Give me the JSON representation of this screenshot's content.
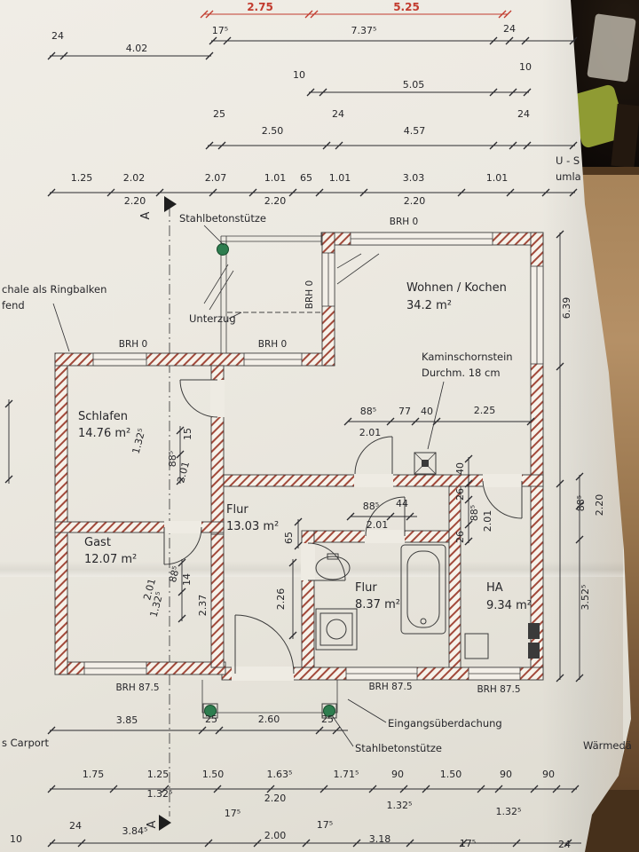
{
  "colors": {
    "paper": "#ece9e1",
    "line": "#2a2a2e",
    "dimension_red": "#c23b2e",
    "wall_hatch": "#a2493a",
    "column_green": "#2e7d4f",
    "wood": "#a58258",
    "dark_background": "#14100b"
  },
  "rooms": [
    {
      "name": "Wohnen / Kochen",
      "area": "34.2 m²"
    },
    {
      "name": "Schlafen",
      "area": "14.76 m²"
    },
    {
      "name": "Gast",
      "area": "12.07 m²"
    },
    {
      "name": "Flur",
      "area": "13.03 m²"
    },
    {
      "name": "Flur",
      "area": "8.37 m²"
    },
    {
      "name": "HA",
      "area": "9.34 m²"
    }
  ],
  "annotations": {
    "stahlbeton_top": "Stahlbetonstütze",
    "stahlbeton_bottom": "Stahlbetonstütze",
    "unterzug": "Unterzug",
    "kamin1": "Kaminschornstein",
    "kamin2": "Durchm. 18 cm",
    "eingang": "Eingangsüberdachung",
    "ring1": "chale als Ringbalken",
    "ring2": "fend",
    "carport": "s Carport",
    "waerme": "Wärmedä",
    "us": "U - S",
    "umla": "umla",
    "section_a": "A"
  },
  "brh": {
    "zero": "BRH 0",
    "h875": "BRH 87.5"
  },
  "dims": {
    "red": [
      "2.75",
      "5.25"
    ],
    "c1": [
      "24",
      "4.02"
    ],
    "c2": [
      "17⁵",
      "7.37⁵",
      "24"
    ],
    "c3": [
      "10",
      "5.05",
      "10"
    ],
    "c4": [
      "25",
      "2.50",
      "24",
      "4.57",
      "24"
    ],
    "c5": [
      "1.25",
      "2.02",
      "2.07",
      "1.01",
      "65",
      "1.01",
      "3.03",
      "1.01"
    ],
    "c6": [
      "2.20",
      "2.20",
      "2.20"
    ],
    "right": [
      "6.39",
      "88⁵",
      "2.20",
      "3.52⁵"
    ],
    "in_top": [
      "88⁵",
      "77",
      "40",
      "2.01",
      "2.25"
    ],
    "in_schlafen": [
      "1.32⁵",
      "15",
      "88⁵",
      "2.01"
    ],
    "in_mid": [
      "88⁵",
      "44",
      "2.01"
    ],
    "in_right": [
      "40",
      "26",
      "88⁵",
      "2.01",
      "26"
    ],
    "in_gast": [
      "88⁵",
      "14",
      "2.01",
      "1.32⁵",
      "2.37"
    ],
    "in_flur": [
      "2.26",
      "65"
    ],
    "b1": [
      "3.85",
      "25",
      "2.60",
      "25"
    ],
    "b2": [
      "1.75",
      "1.25",
      "1.50",
      "1.63⁵",
      "1.71⁵",
      "90",
      "1.50",
      "90",
      "90"
    ],
    "b3": [
      "1.32⁵",
      "2.20",
      "1.32⁵",
      "1.32⁵"
    ],
    "b4": [
      "17⁵",
      "10",
      "24",
      "3.84⁵",
      "2.00",
      "17⁵",
      "3.18",
      "17⁵",
      "24"
    ]
  }
}
